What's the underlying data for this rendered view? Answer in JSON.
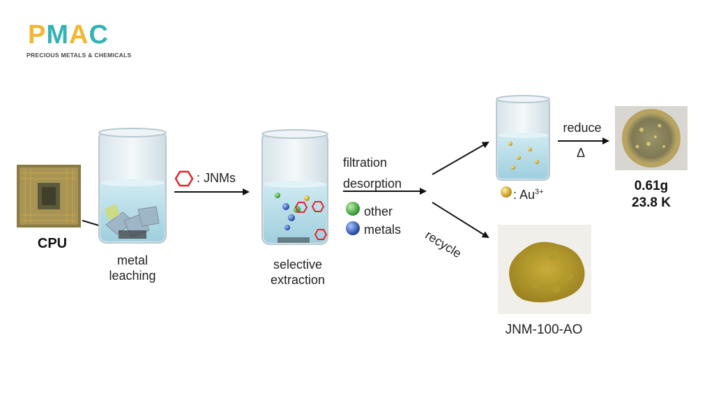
{
  "logo": {
    "letters": [
      "P",
      "M",
      "A",
      "C"
    ],
    "subtitle": "PRECIOUS METALS & CHEMICALS"
  },
  "steps": {
    "cpu_label": "CPU",
    "leach_line1": "metal",
    "leach_line2": "leaching",
    "jnms_label": ": JNMs",
    "extract_line1": "selective",
    "extract_line2": "extraction",
    "filtration_line1": "filtration",
    "filtration_line2": "desorption",
    "other_line1": "other",
    "other_line2": "metals",
    "recycle_label": "recycle",
    "au_label": ": Au",
    "au_superscript": "3+",
    "reduce_label": "reduce",
    "delta_label": "Δ",
    "mass_label": "0.61g",
    "karat_label": "23.8 K",
    "product_label": "JNM-100-AO"
  },
  "colors": {
    "hexagon": "#e0262a",
    "green_ball": "#3aa635",
    "blue_ball": "#2e5bc2",
    "gold": "#c9a527",
    "liquid": "#bfe3ec",
    "arrow": "#111111"
  }
}
